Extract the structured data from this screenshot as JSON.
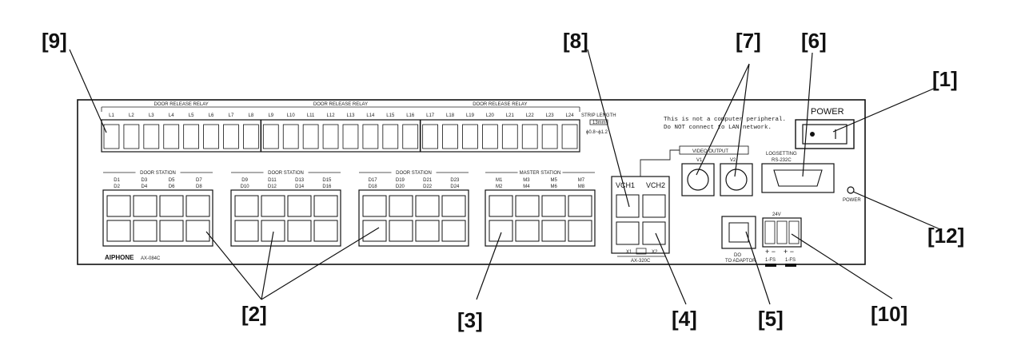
{
  "callouts": [
    "[1]",
    "[2]",
    "[3]",
    "[4]",
    "[5]",
    "[6]",
    "[7]",
    "[8]",
    "[9]",
    "[10]",
    "[12]"
  ],
  "relay_banks": [
    {
      "title": "DOOR RELEASE RELAY",
      "terminals": [
        "L1",
        "L2",
        "L3",
        "L4",
        "L5",
        "L6",
        "L7",
        "L8"
      ]
    },
    {
      "title": "DOOR RELEASE RELAY",
      "terminals": [
        "L9",
        "L10",
        "L11",
        "L12",
        "L13",
        "L14",
        "L15",
        "L16"
      ]
    },
    {
      "title": "DOOR RELEASE RELAY",
      "terminals": [
        "L17",
        "L18",
        "L19",
        "L20",
        "L21",
        "L22",
        "L23",
        "L24"
      ]
    }
  ],
  "station_groups": [
    {
      "title": "DOOR STATION",
      "top": [
        "D1",
        "D3",
        "D5",
        "D7"
      ],
      "bottom": [
        "D2",
        "D4",
        "D6",
        "D8"
      ]
    },
    {
      "title": "DOOR STATION",
      "top": [
        "D9",
        "D11",
        "D13",
        "D15"
      ],
      "bottom": [
        "D10",
        "D12",
        "D14",
        "D16"
      ]
    },
    {
      "title": "DOOR STATION",
      "top": [
        "D17",
        "D19",
        "D21",
        "D23"
      ],
      "bottom": [
        "D18",
        "D20",
        "D22",
        "D24"
      ]
    },
    {
      "title": "MASTER STATION",
      "top": [
        "M1",
        "M3",
        "M5",
        "M7"
      ],
      "bottom": [
        "M2",
        "M4",
        "M6",
        "M8"
      ]
    }
  ],
  "strip_length": {
    "label": "STRIP LENGTH",
    "value": "13mm",
    "note": "ϕ0.8~ϕ1.2"
  },
  "notice": [
    "This is not a computer peripheral.",
    "Do NOT connect to LAN network."
  ],
  "video_output": {
    "title": "VIDEO OUTPUT",
    "v1": "V1",
    "v2": "V2"
  },
  "vch": {
    "ch1": "VCH1",
    "ch2": "VCH2",
    "x1": "X1",
    "x2": "X2",
    "model": "AX-320C"
  },
  "logsetting": {
    "title": "LOGSETTING",
    "port": "RS-232C"
  },
  "power": {
    "label": "POWER",
    "led_label": "POWER"
  },
  "dc": {
    "label": "DO",
    "sub": "TO ADAPTOR"
  },
  "terminal_24v": {
    "label": "24V",
    "left_label": "1-FS",
    "right_label": "1-FS"
  },
  "brand": {
    "name": "AIPHONE",
    "model": "AX-084C"
  }
}
